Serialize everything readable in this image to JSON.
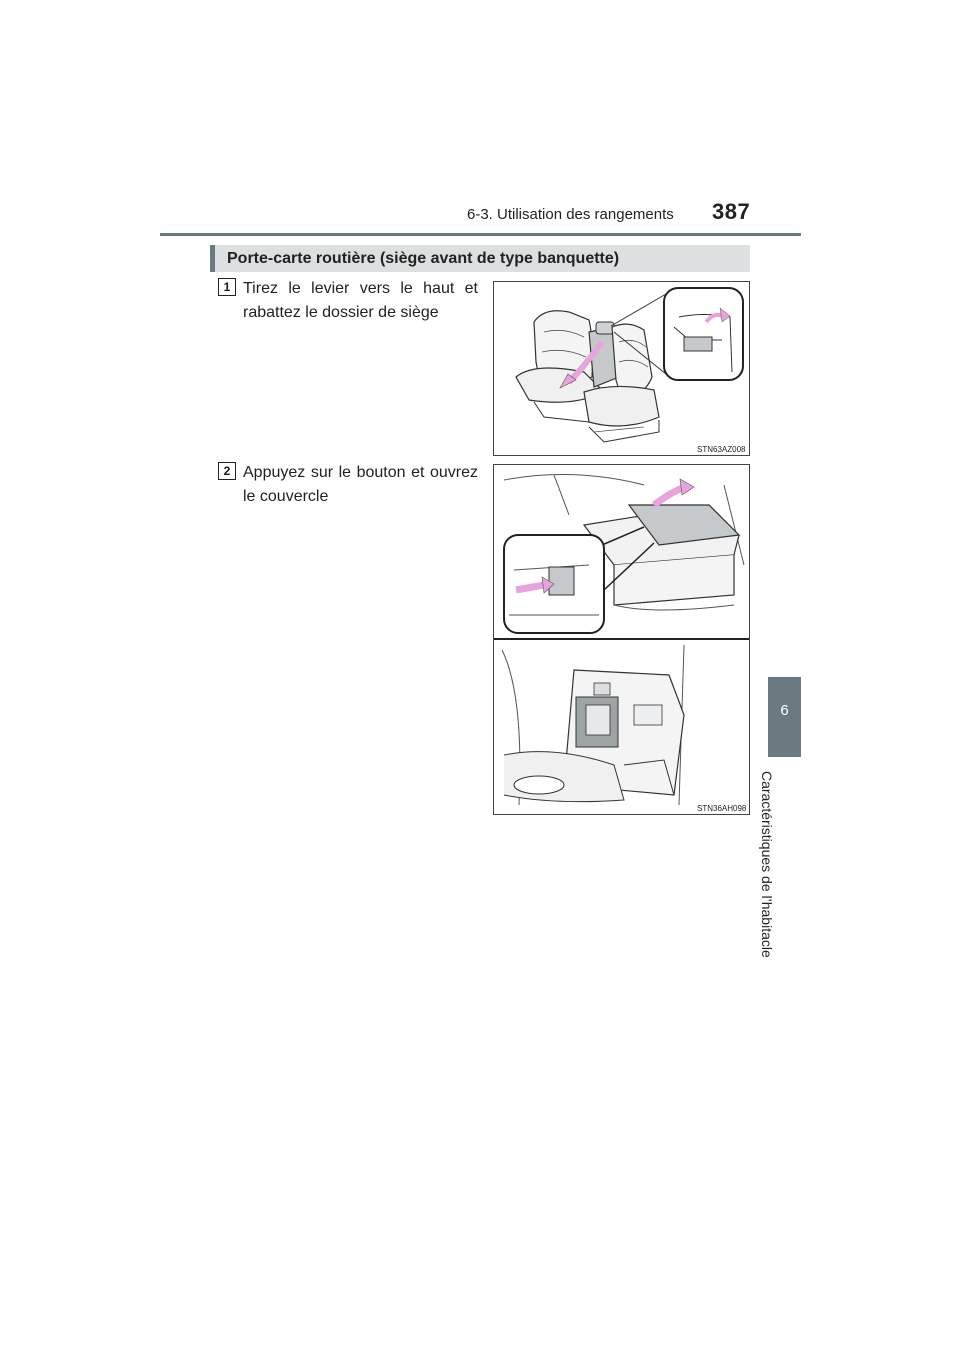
{
  "header": {
    "section_title": "6-3. Utilisation des rangements",
    "page_number": "387"
  },
  "side_tab": {
    "chapter_number": "6",
    "chapter_title": "Caractéristiques de l’habitacle"
  },
  "section": {
    "heading": "Porte-carte routière (siège avant de type banquette)"
  },
  "steps": [
    {
      "number": "1",
      "text": "Tirez le levier vers le haut et rabattez le dossier de siège",
      "figure_code": "STN63AZ008"
    },
    {
      "number": "2",
      "text": "Appuyez sur le bouton et ouvrez le couvercle",
      "figure_code": "STN36AH098"
    }
  ],
  "colors": {
    "accent_gray": "#6b7a80",
    "heading_bg": "#dde0e1",
    "arrow_pink": "#e7a3dc"
  }
}
